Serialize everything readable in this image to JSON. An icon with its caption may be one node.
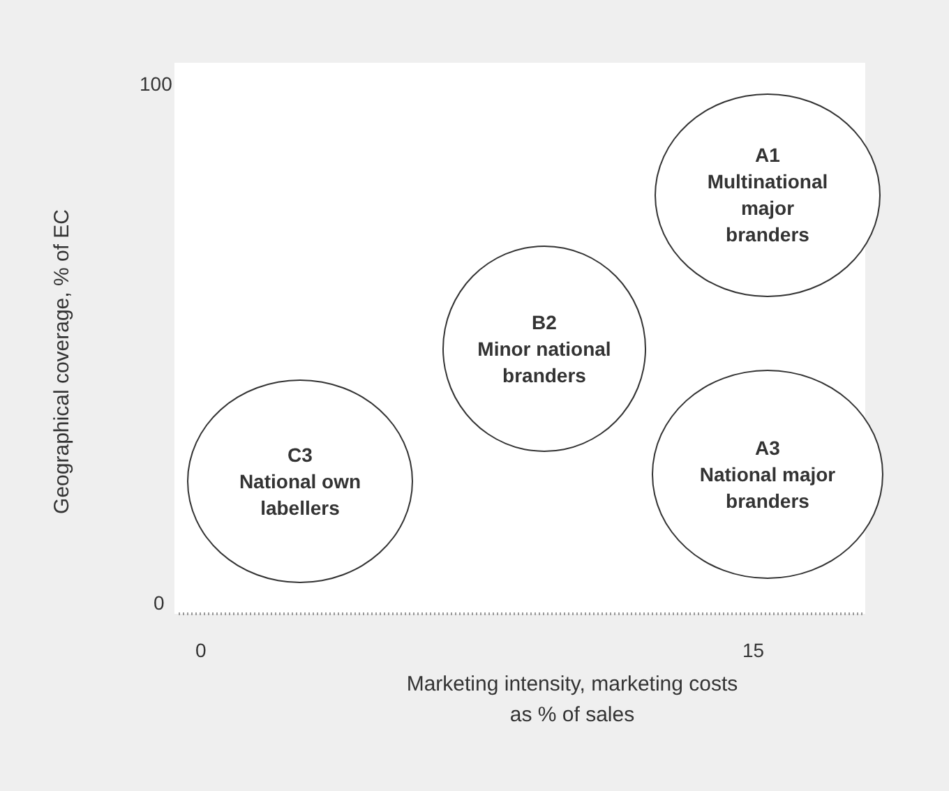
{
  "diagram": {
    "nodes": [
      {
        "text": [
          "A1",
          "Multinational major branders"
        ]
      },
      {
        "text": [
          "B2",
          "Minor national branders"
        ]
      },
      {
        "text": [
          "A3",
          "National major branders"
        ]
      },
      {
        "text": [
          "C3",
          "National own labellers"
        ]
      }
    ],
    "labels": [
      "100",
      "Geographical coverage, % of EC",
      "0",
      "0",
      "15",
      "Marketing intensity, marketing costs as % of sales"
    ]
  }
}
